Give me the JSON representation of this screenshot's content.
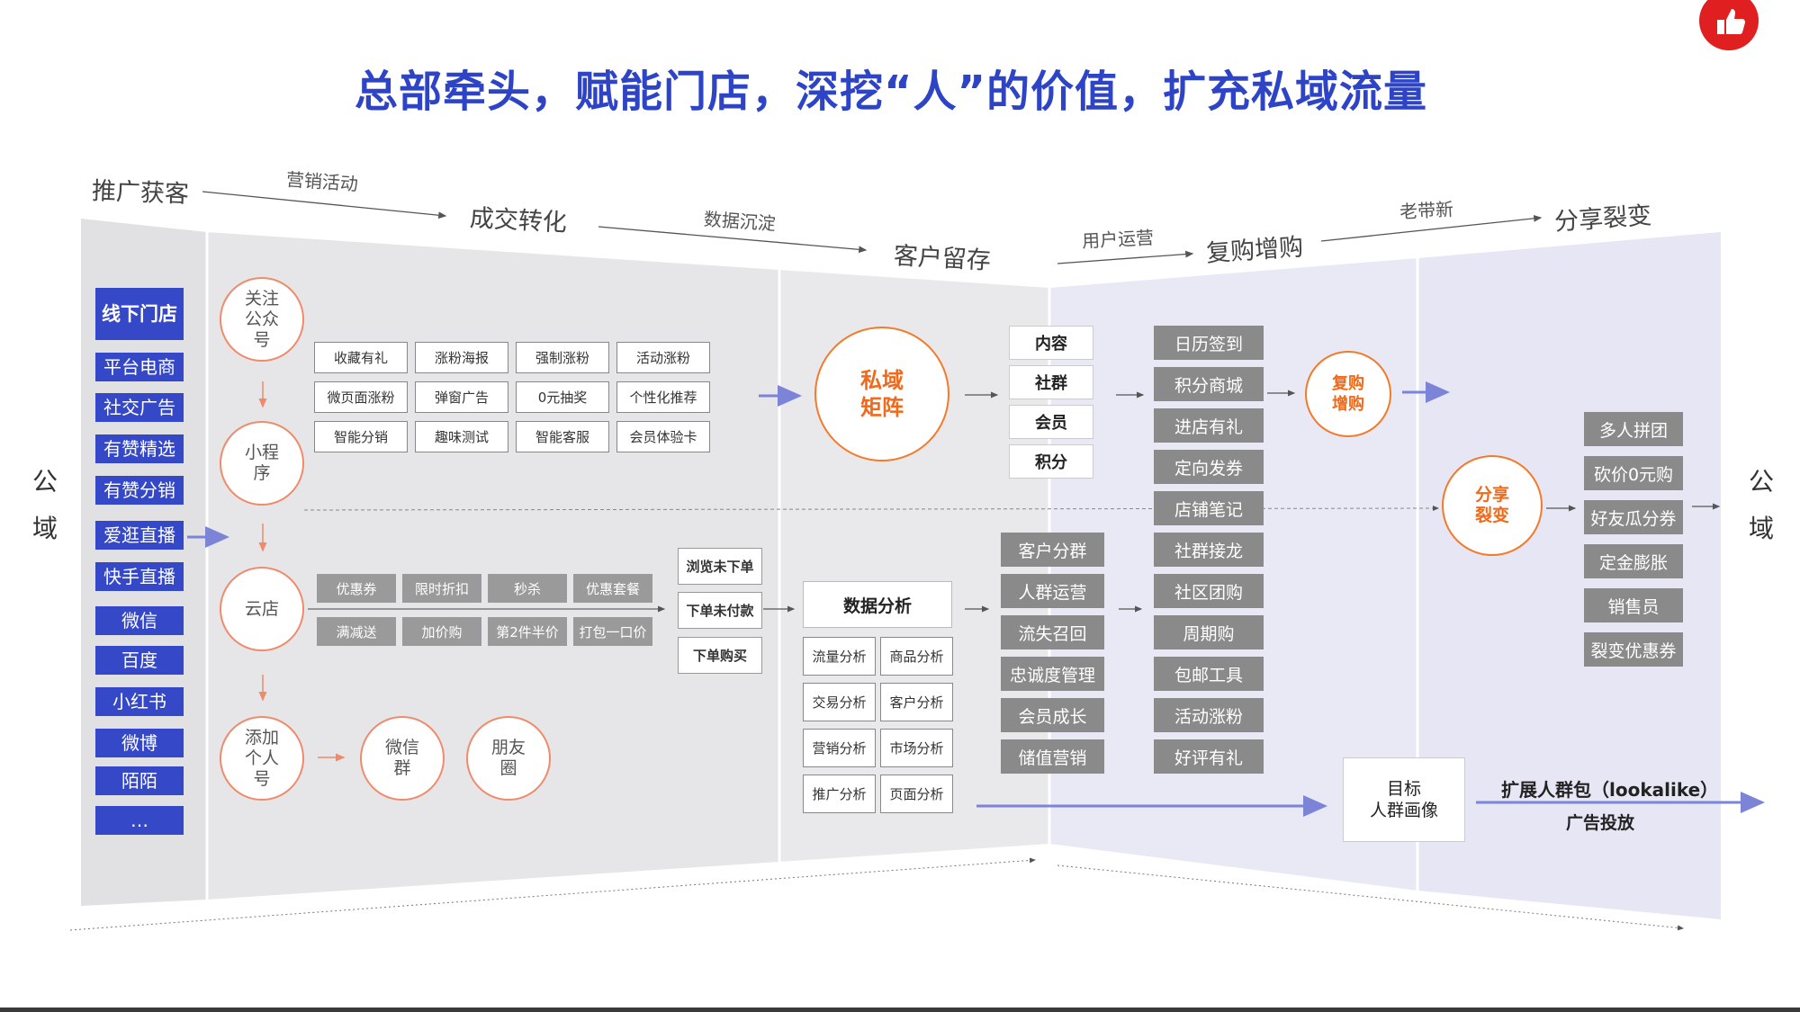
{
  "title": "总部牵头，赋能门店，深挖“人”的价值，扩充私域流量",
  "stages": [
    "推广获客",
    "成交转化",
    "客户留存",
    "复购增购",
    "分享裂变"
  ],
  "transitions": [
    "营销活动",
    "数据沉淀",
    "用户运营",
    "老带新"
  ],
  "public_domain": "公域",
  "channels": [
    "线下门店",
    "平台电商",
    "社交广告",
    "有赞精选",
    "有赞分销",
    "爱逛直播",
    "快手直播",
    "微信",
    "百度",
    "小红书",
    "微博",
    "陌陌",
    "…"
  ],
  "touchpoints": {
    "official_account": "关注\n公众\n号",
    "mini_program": "小程\n序",
    "cloud_store": "云店",
    "personal_account": "添加\n个人\n号",
    "wechat_group": "微信\n群",
    "moments": "朋友\n圈"
  },
  "growth_tactics": [
    "收藏有礼",
    "涨粉海报",
    "强制涨粉",
    "活动涨粉",
    "微页面涨粉",
    "弹窗广告",
    "0元抽奖",
    "个性化推荐",
    "智能分销",
    "趣味测试",
    "智能客服",
    "会员体验卡"
  ],
  "promotions": [
    "优惠券",
    "限时折扣",
    "秒杀",
    "优惠套餐",
    "满减送",
    "加价购",
    "第2件半价",
    "打包一口价"
  ],
  "order_states": [
    "浏览未下单",
    "下单未付款",
    "下单购买"
  ],
  "private_matrix": "私域\n矩阵",
  "matrix_items": [
    "内容",
    "社群",
    "会员",
    "积分"
  ],
  "data_analysis": {
    "title": "数据分析",
    "items": [
      "流量分析",
      "商品分析",
      "交易分析",
      "客户分析",
      "营销分析",
      "市场分析",
      "推广分析",
      "页面分析"
    ]
  },
  "customer_ops": [
    "客户分群",
    "人群运营",
    "流失召回",
    "忠诚度管理",
    "会员成长",
    "储值营销"
  ],
  "repurchase_tools": [
    "日历签到",
    "积分商城",
    "进店有礼",
    "定向发券",
    "店铺笔记",
    "社群接龙",
    "社区团购",
    "周期购",
    "包邮工具",
    "活动涨粉",
    "好评有礼"
  ],
  "repurchase": "复购\n增购",
  "fission": "分享\n裂变",
  "fission_tools": [
    "多人拼团",
    "砍价0元购",
    "好友瓜分券",
    "定金膨胀",
    "销售员",
    "裂变优惠券"
  ],
  "target_persona": "目标\n人群画像",
  "lookalike": "扩展人群包（lookalike）",
  "ad_delivery": "广告投放",
  "colors": {
    "blue": "#3548c8",
    "orange": "#f47a2a",
    "gray_panel": "#e4e4e6",
    "lavender_panel": "#e9e9f5"
  }
}
